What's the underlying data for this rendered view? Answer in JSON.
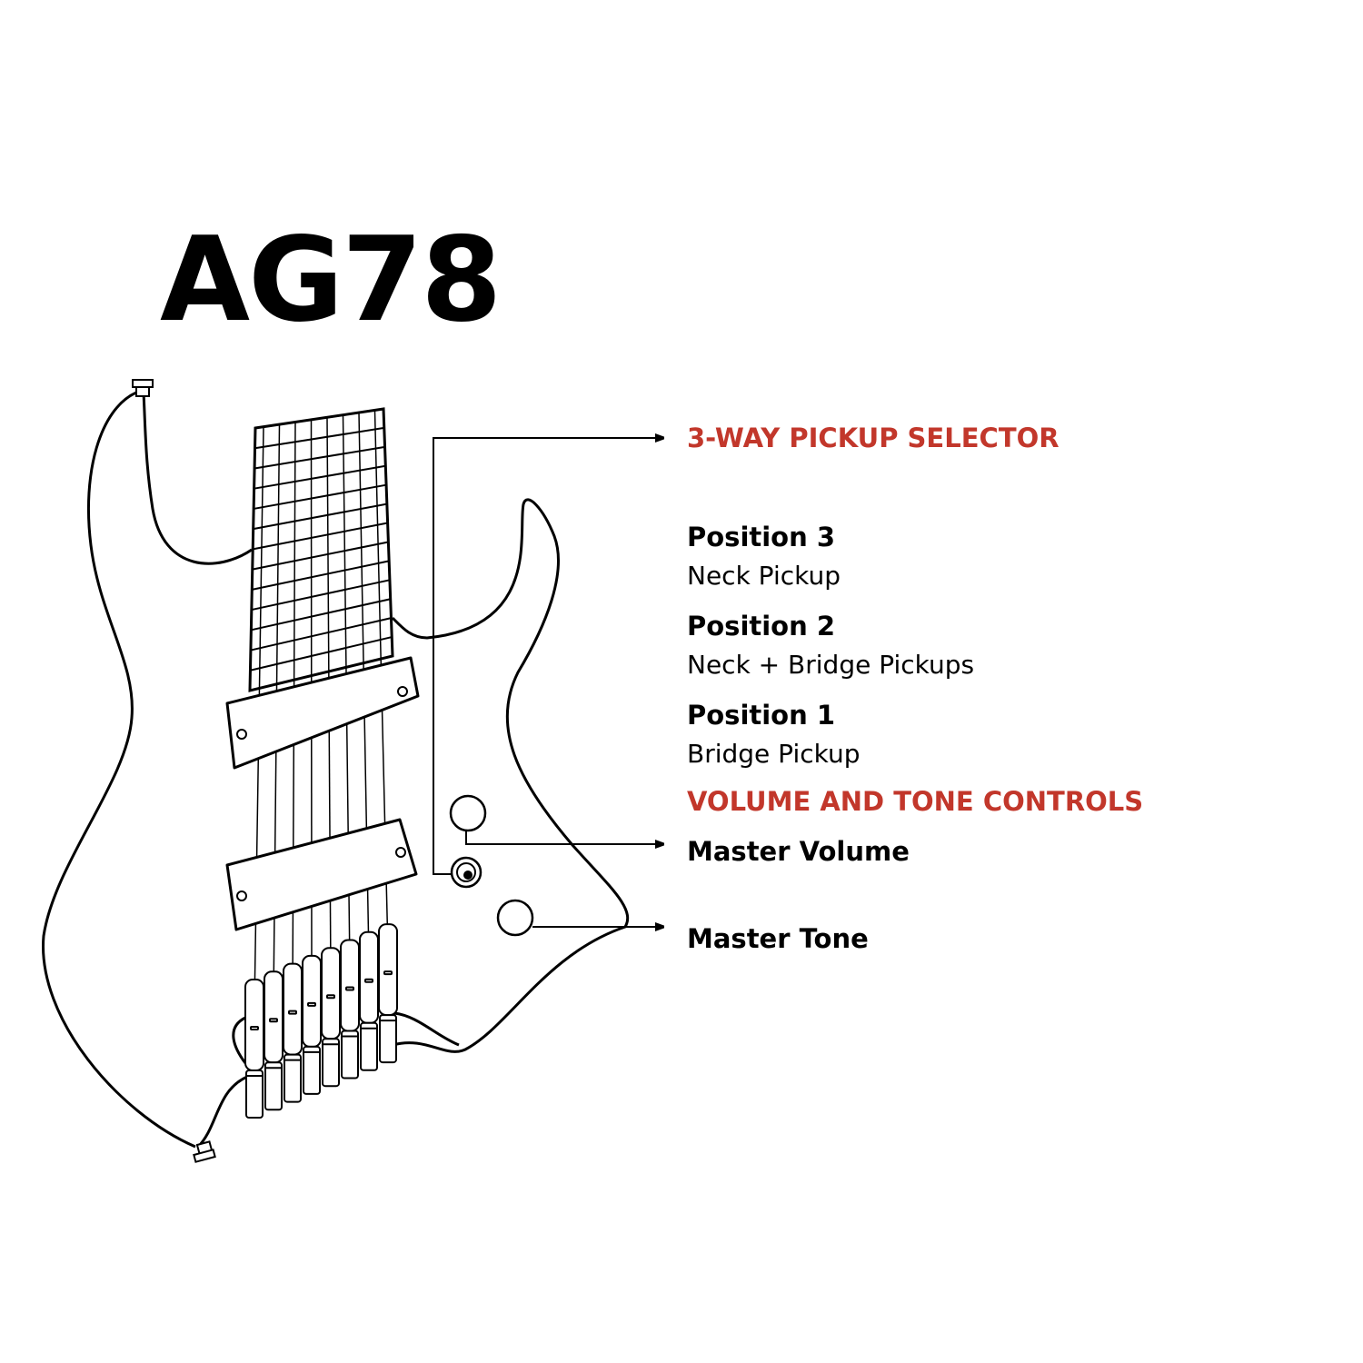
{
  "title": "AG78",
  "colors": {
    "accent": "#c2372b",
    "ink": "#000000"
  },
  "selector": {
    "heading": "3-WAY PICKUP SELECTOR",
    "positions": [
      {
        "name": "Position 3",
        "desc": "Neck Pickup"
      },
      {
        "name": "Position 2",
        "desc": "Neck + Bridge Pickups"
      },
      {
        "name": "Position 1",
        "desc": "Bridge Pickup"
      }
    ]
  },
  "controls": {
    "heading": "VOLUME AND TONE CONTROLS",
    "volume": "Master Volume",
    "tone": "Master Tone"
  }
}
